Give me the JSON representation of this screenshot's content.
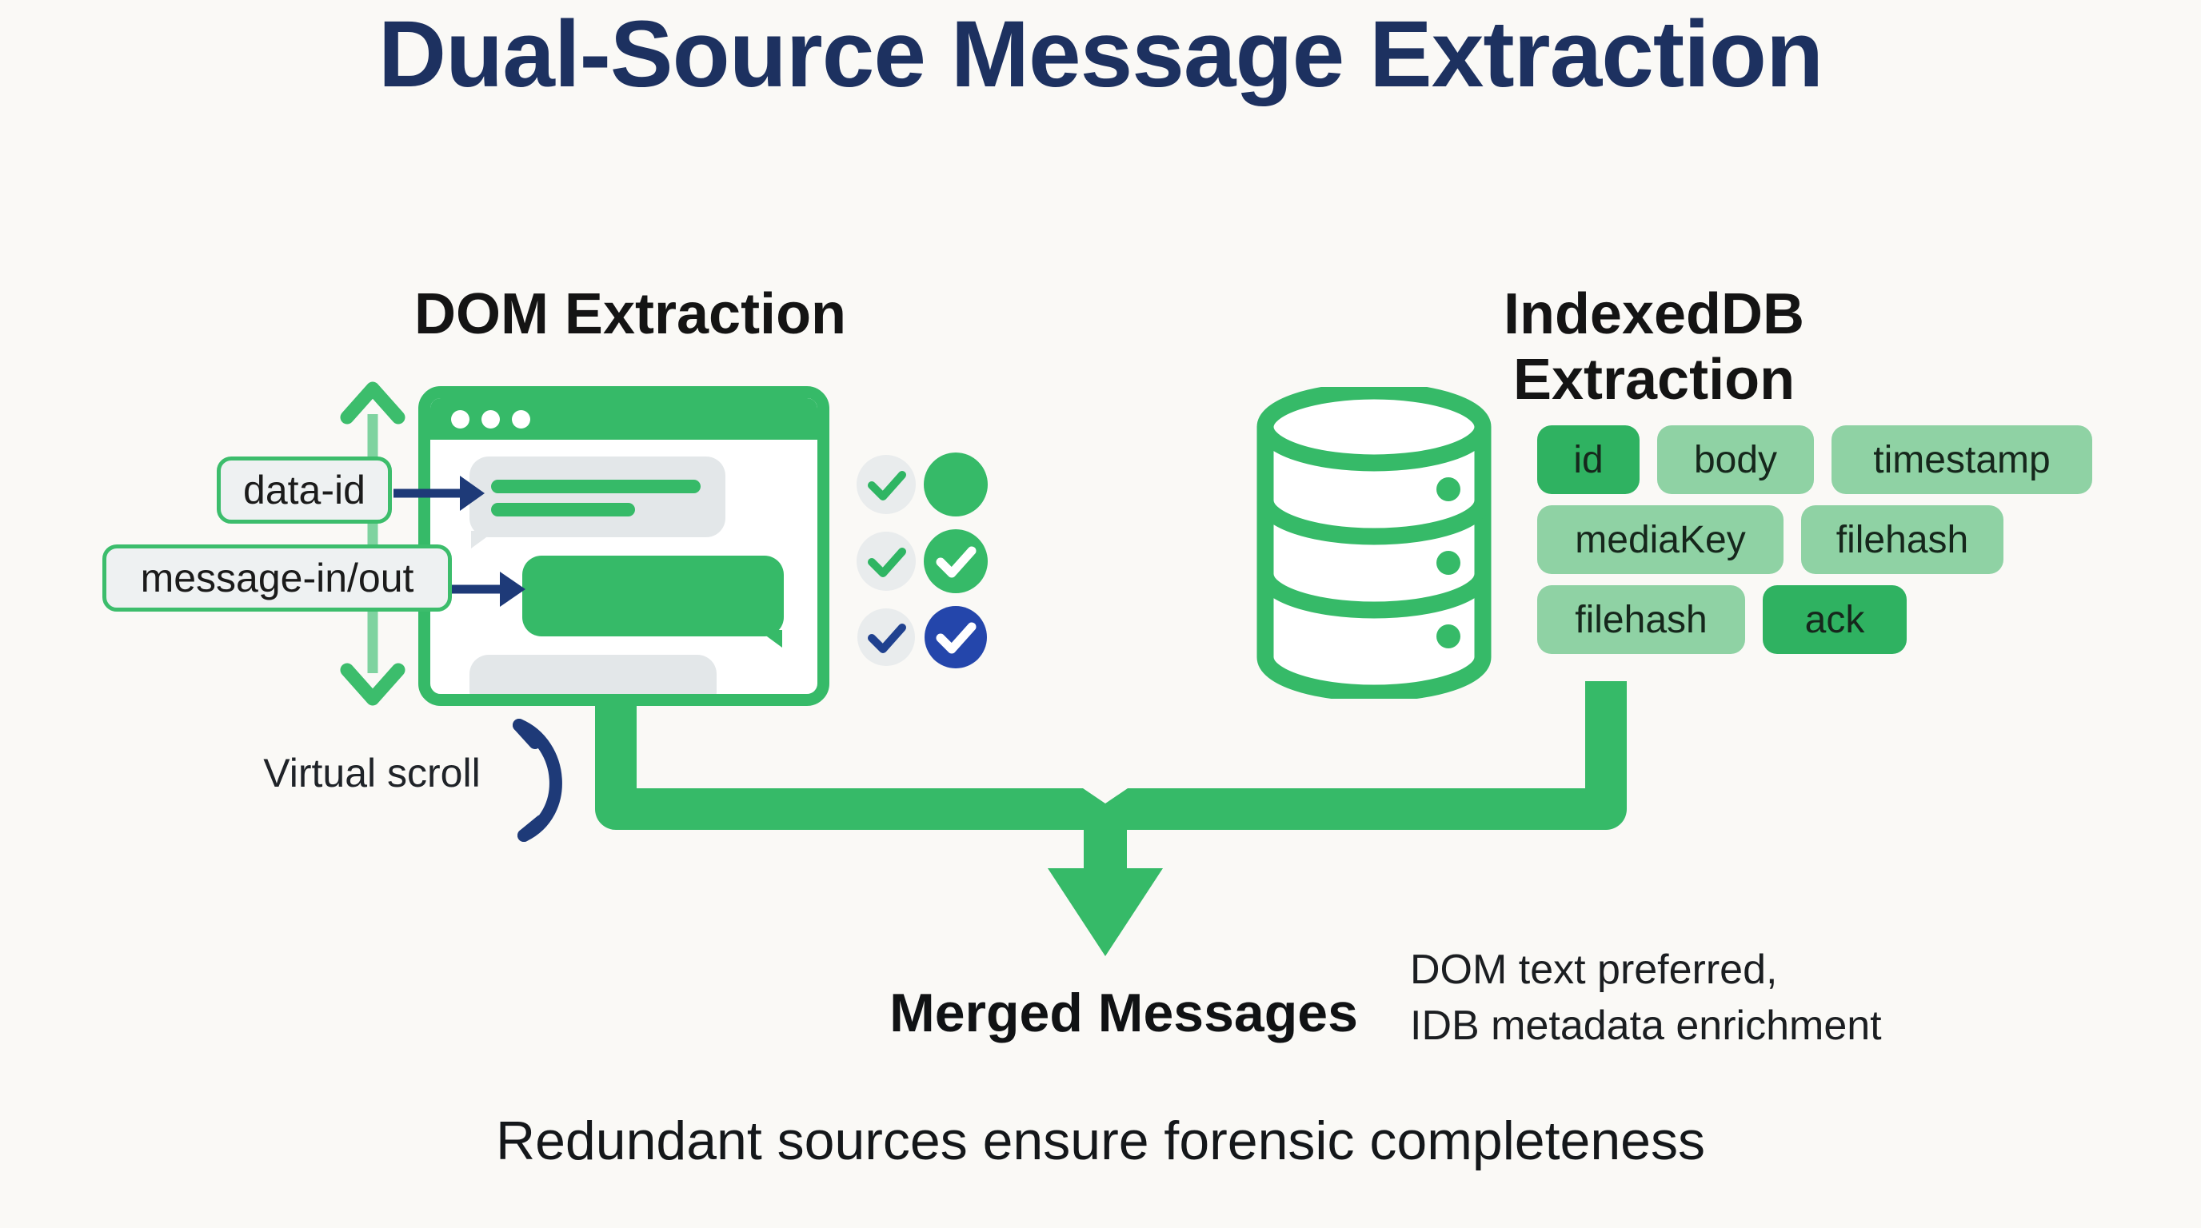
{
  "title": "Dual-Source Message Extraction",
  "dom_section": {
    "heading": "DOM Extraction",
    "labels": {
      "data_id": "data-id",
      "message_in_out": "message-in/out"
    },
    "virtual_scroll": "Virtual scroll"
  },
  "idb_section": {
    "heading": "IndexedDB Extraction",
    "tags": [
      {
        "label": "id",
        "variant": "dark"
      },
      {
        "label": "body",
        "variant": "light"
      },
      {
        "label": "timestamp",
        "variant": "light"
      },
      {
        "label": "mediaKey",
        "variant": "light"
      },
      {
        "label": "filehash",
        "variant": "light"
      },
      {
        "label": "filehash",
        "variant": "light"
      },
      {
        "label": "ack",
        "variant": "dark"
      }
    ]
  },
  "merge": {
    "heading": "Merged Messages",
    "note_line1": "DOM text preferred,",
    "note_line2": "IDB metadata enrichment"
  },
  "footer": "Redundant sources ensure forensic completeness",
  "colors": {
    "green": "#36ba68",
    "green_dark_tag": "#2fb261",
    "green_light_tag": "#8fd2a4",
    "green_soft": "#7fd3a0",
    "gray_bubble": "#e3e7e9",
    "navy_title": "#1d3160",
    "navy_arrow": "#1e3a78",
    "blue_badge": "#2446ab",
    "background": "#faf9f6"
  }
}
